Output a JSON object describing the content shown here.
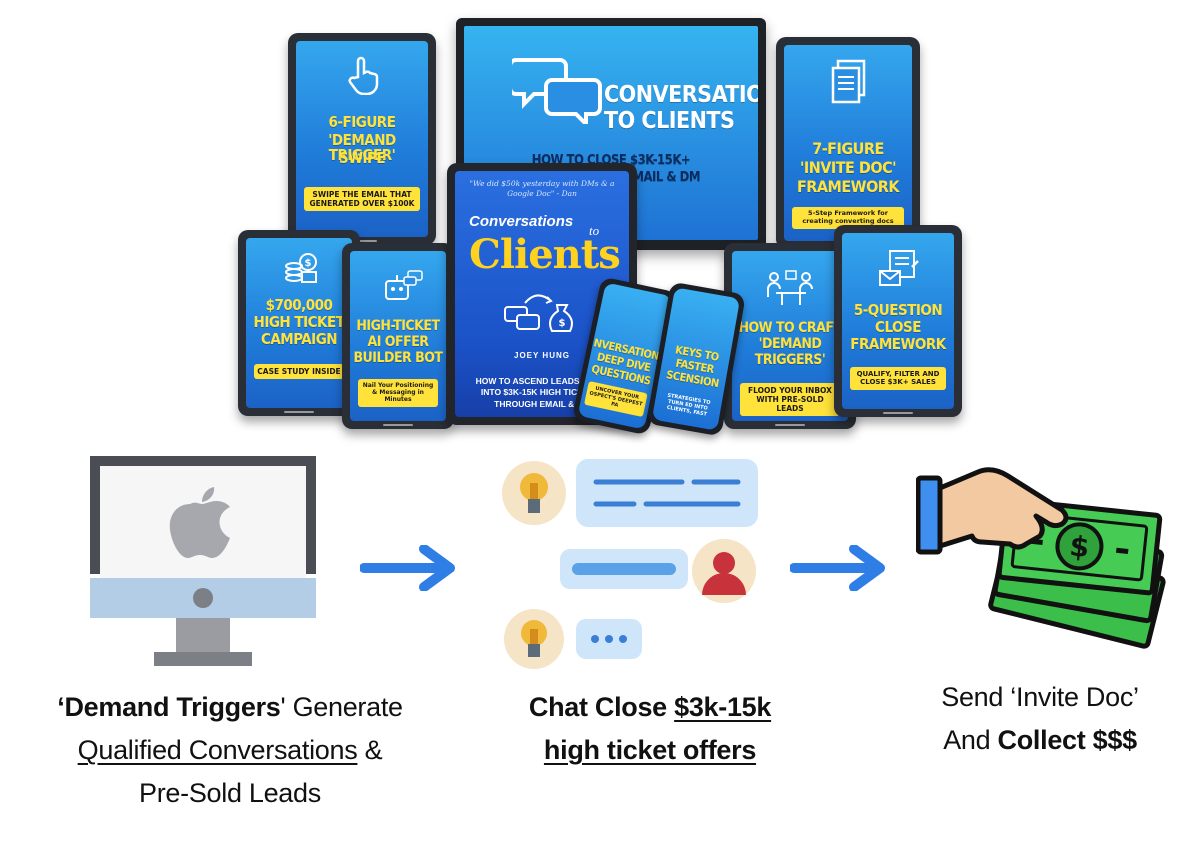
{
  "product": {
    "monitor": {
      "title_line1": "CONVERSATIONS",
      "title_line2": "TO CLIENTS",
      "subtitle_line1": "HOW TO CLOSE $3K-15K+",
      "subtitle_line2": "H EMAIL & DM"
    },
    "swipe_tablet": {
      "title_line1": "6-FIGURE",
      "title_line2": "'DEMAND TRIGGER'",
      "title_line3": "SWIPE",
      "pill": "SWIPE THE EMAIL THAT GENERATED OVER $100K",
      "icon": "pointer-hand-icon"
    },
    "invite_tablet": {
      "title_line1": "7-FIGURE",
      "title_line2": "'INVITE DOC'",
      "title_line3": "FRAMEWORK",
      "pill": "5-Step Framework for creating converting docs",
      "icon": "documents-icon"
    },
    "campaign_tablet": {
      "title_line1": "$700,000",
      "title_line2": "HIGH TICKET",
      "title_line3": "CAMPAIGN",
      "pill": "CASE STUDY INSIDE",
      "icon": "money-stack-icon"
    },
    "bot_tablet": {
      "title_line1": "HIGH-TICKET",
      "title_line2": "AI OFFER",
      "title_line3": "BUILDER BOT",
      "pill": "Nail Your Positioning & Messaging in Minutes",
      "icon": "robot-icon"
    },
    "book": {
      "quote": "\"We did $50k yesterday with DMs & a Google Doc\" - Dan",
      "title_script": "Conversations",
      "title_to": "to",
      "title_big": "Clients",
      "author": "JOEY HUNG",
      "footer": "HOW TO ASCEND LEADS & BUY INTO $3K-15K HIGH TICKET O THROUGH EMAIL & DM"
    },
    "phone1": {
      "title_line1": "NVERSATION",
      "title_line2": "DEEP DIVE",
      "title_line3": "QUESTIONS",
      "pill": "UNCOVER YOUR OSPECT'S DEEPEST PA"
    },
    "phone2": {
      "title_line1": "KEYS TO",
      "title_line2": "FASTER",
      "title_line3": "SCENSION",
      "pill": "STRATEGIES TO TURN ED INTO CLIENTS, FAST"
    },
    "craft_tablet": {
      "title_line1": "HOW TO CRAFT",
      "title_line2": "'DEMAND",
      "title_line3": "TRIGGERS'",
      "pill": "FLOOD YOUR INBOX WITH PRE-SOLD LEADS",
      "icon": "meeting-icon"
    },
    "question_tablet": {
      "title_line1": "5-QUESTION",
      "title_line2": "CLOSE",
      "title_line3": "FRAMEWORK",
      "pill": "QUALIFY, FILTER AND CLOSE $3K+ SALES",
      "icon": "form-envelope-icon"
    }
  },
  "steps": [
    {
      "icon": "apple-computer-icon",
      "bold": "‘Demand Triggers",
      "after_bold": "' Generate",
      "underlined": "Qualified Conversations",
      "after_underlined": " &",
      "line3": "Pre-Sold Leads"
    },
    {
      "icon": "chat-conversation-icon",
      "bold": "Chat Close ",
      "bold_underlined": "$3k-15k",
      "line2": "high ticket offers"
    },
    {
      "icon": "hand-money-icon",
      "line1": "Send ‘Invite Doc’",
      "prefix": "And ",
      "bold": "Collect $$$"
    }
  ],
  "colors": {
    "device_blue": "#1f7ad8",
    "title_yellow": "#ffe23a",
    "arrow_blue": "#2f7ee6",
    "money_green": "#3cbf4a",
    "chat_blue": "#cfe6fa"
  }
}
